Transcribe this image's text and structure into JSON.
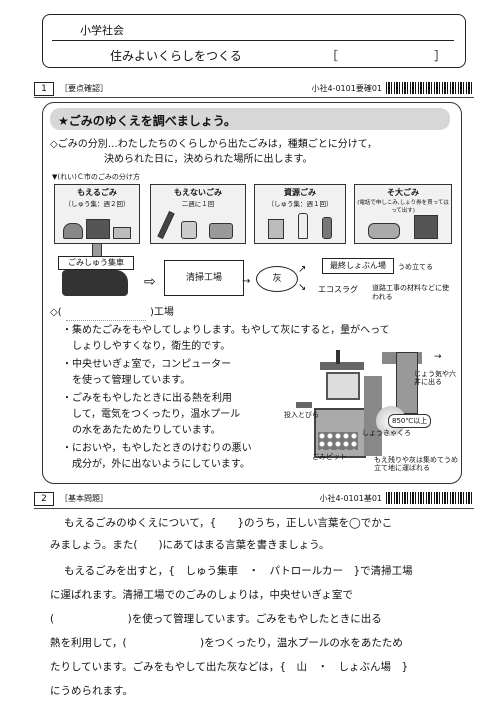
{
  "header": {
    "subject": "小学社会",
    "title": "住みよいくらしをつくる",
    "bracket_open": "［",
    "bracket_close": "］"
  },
  "section1": {
    "number": "1",
    "label": "［要点確認］",
    "code": "小社4-0101要確01",
    "heading": "★ごみのゆくえを調べましょう。",
    "intro_line1": "◇ごみの分別…わたしたちのくらしから出たごみは，種類ごとに分けて，",
    "intro_line2": "決められた日に，決められた場所に出します。",
    "example_caption": "▼(れい)Ｃ市のごみの分け方",
    "categories": [
      {
        "title": "もえるごみ",
        "sub": "（しゅう集：週２回）"
      },
      {
        "title": "もえないごみ",
        "sub": "二週に１回"
      },
      {
        "title": "資源ごみ",
        "sub": "（しゅう集：週１回）"
      },
      {
        "title": "そ大ごみ",
        "sub": "(電話で申しこみ,しょり券を買ってはって出す)"
      }
    ],
    "flow": {
      "truck": "ごみしゅう集車",
      "plant": "清掃工場",
      "ash": "灰",
      "landfill": "最終しょぶん場",
      "landfill_note": "うめ立てる",
      "ecoslag": "エコスラグ",
      "ecoslag_note": "道路工事の材料などに使われる"
    },
    "factory_heading_open": "◇(",
    "factory_heading_close": ")工場",
    "bullets": [
      "・集めたごみをもやしてしょりします。もやして灰にすると，量がへって",
      "しょりしやすくなり，衛生的です。",
      "・中央せいぎょ室で，コンピューター",
      "を使って管理しています。",
      "・ごみをもやしたときに出る熱を利用",
      "して，電気をつくったり，温水プール",
      "の水をあたためたりしています。",
      "・においや，もやしたときのけむりの悪い",
      "成分が，外に出ないようにしています。"
    ],
    "diagram_labels": {
      "intake": "投入とびら",
      "pit": "ごみピット",
      "furnace": "しょうきゃくろ",
      "temp": "850℃以上",
      "exhaust": "じょう気や六井に出る",
      "ash_out": "もえ残りや灰は集めてうめ立て地に運ばれる"
    }
  },
  "section2": {
    "number": "2",
    "label": "［基本問題］",
    "code": "小社4-0101基01",
    "lines": [
      "もえるごみのゆくえについて，{　　}のうち，正しい言葉を◯でかこ",
      "みましょう。また(　　)にあてはまる言葉を書きましょう。",
      "もえるごみを出すと，{　しゅう集車　・　パトロールカー　}で清掃工場",
      "に運ばれます。清掃工場でのごみのしょりは，中央せいぎょ室で",
      "(　　　　　　　)を使って管理しています。ごみをもやしたときに出る",
      "熱を利用して，(　　　　　　　)をつくったり，温水プールの水をあたため",
      "たりしています。ごみをもやして出た灰などは，{　山　・　しょぶん場　}",
      "にうめられます。"
    ]
  }
}
